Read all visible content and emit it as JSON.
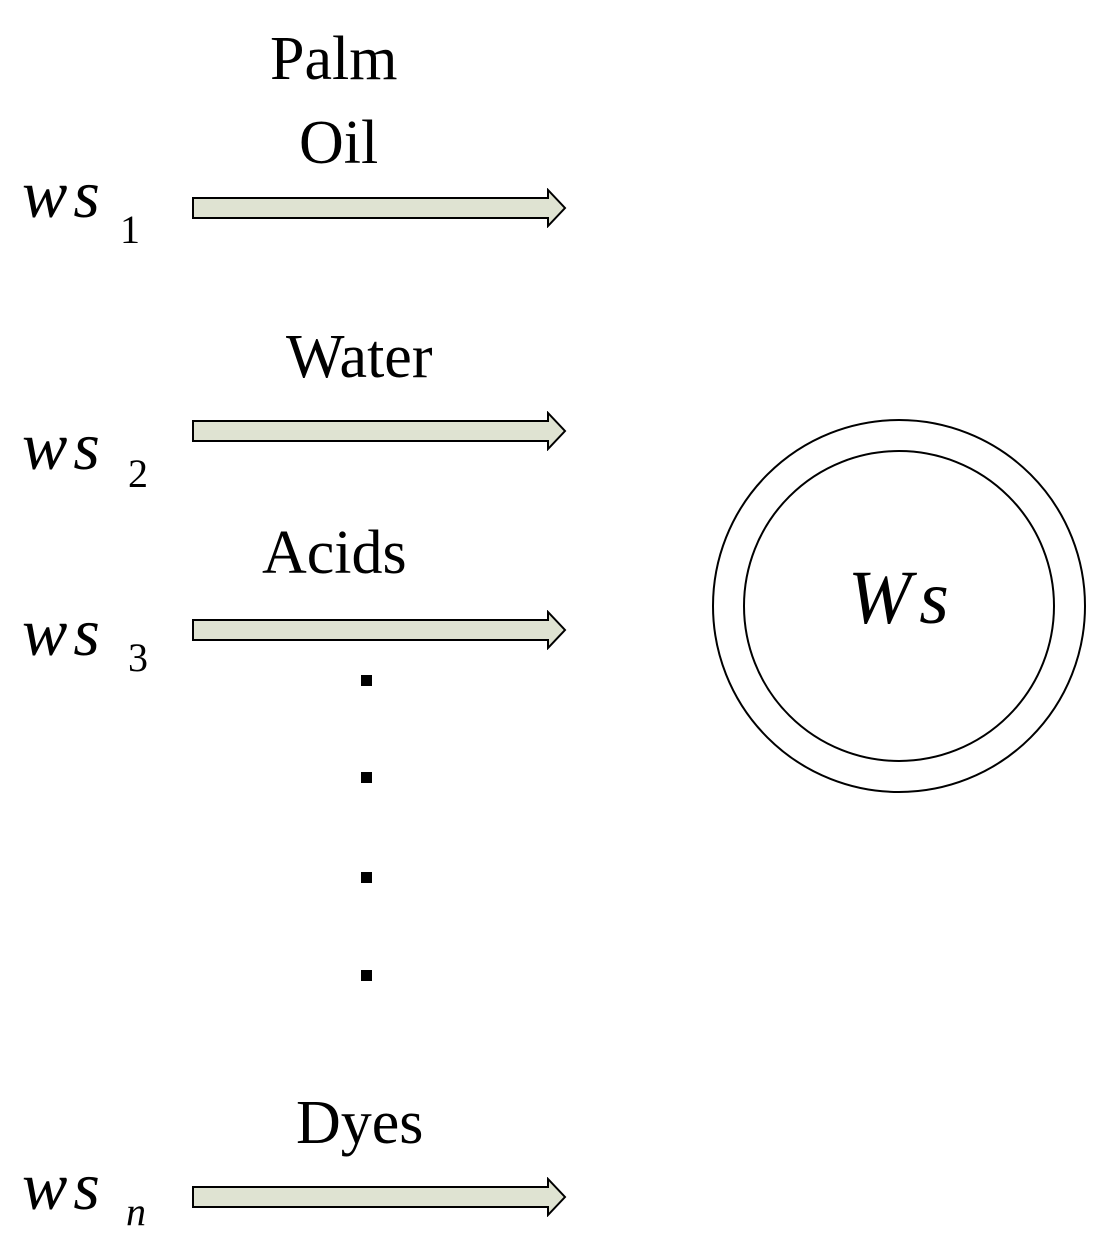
{
  "colors": {
    "arrow_fill": "#dfe3d2",
    "stroke": "#000000",
    "background": "#ffffff"
  },
  "streams": [
    {
      "symbol": "ws",
      "subscript": "1",
      "label_line1": "Palm",
      "label_line2": "Oil"
    },
    {
      "symbol": "ws",
      "subscript": "2",
      "label": "Water"
    },
    {
      "symbol": "ws",
      "subscript": "3",
      "label": "Acids"
    },
    {
      "symbol": "ws",
      "subscript": "n",
      "label": "Dyes"
    }
  ],
  "pool": {
    "symbol": "Ws"
  }
}
